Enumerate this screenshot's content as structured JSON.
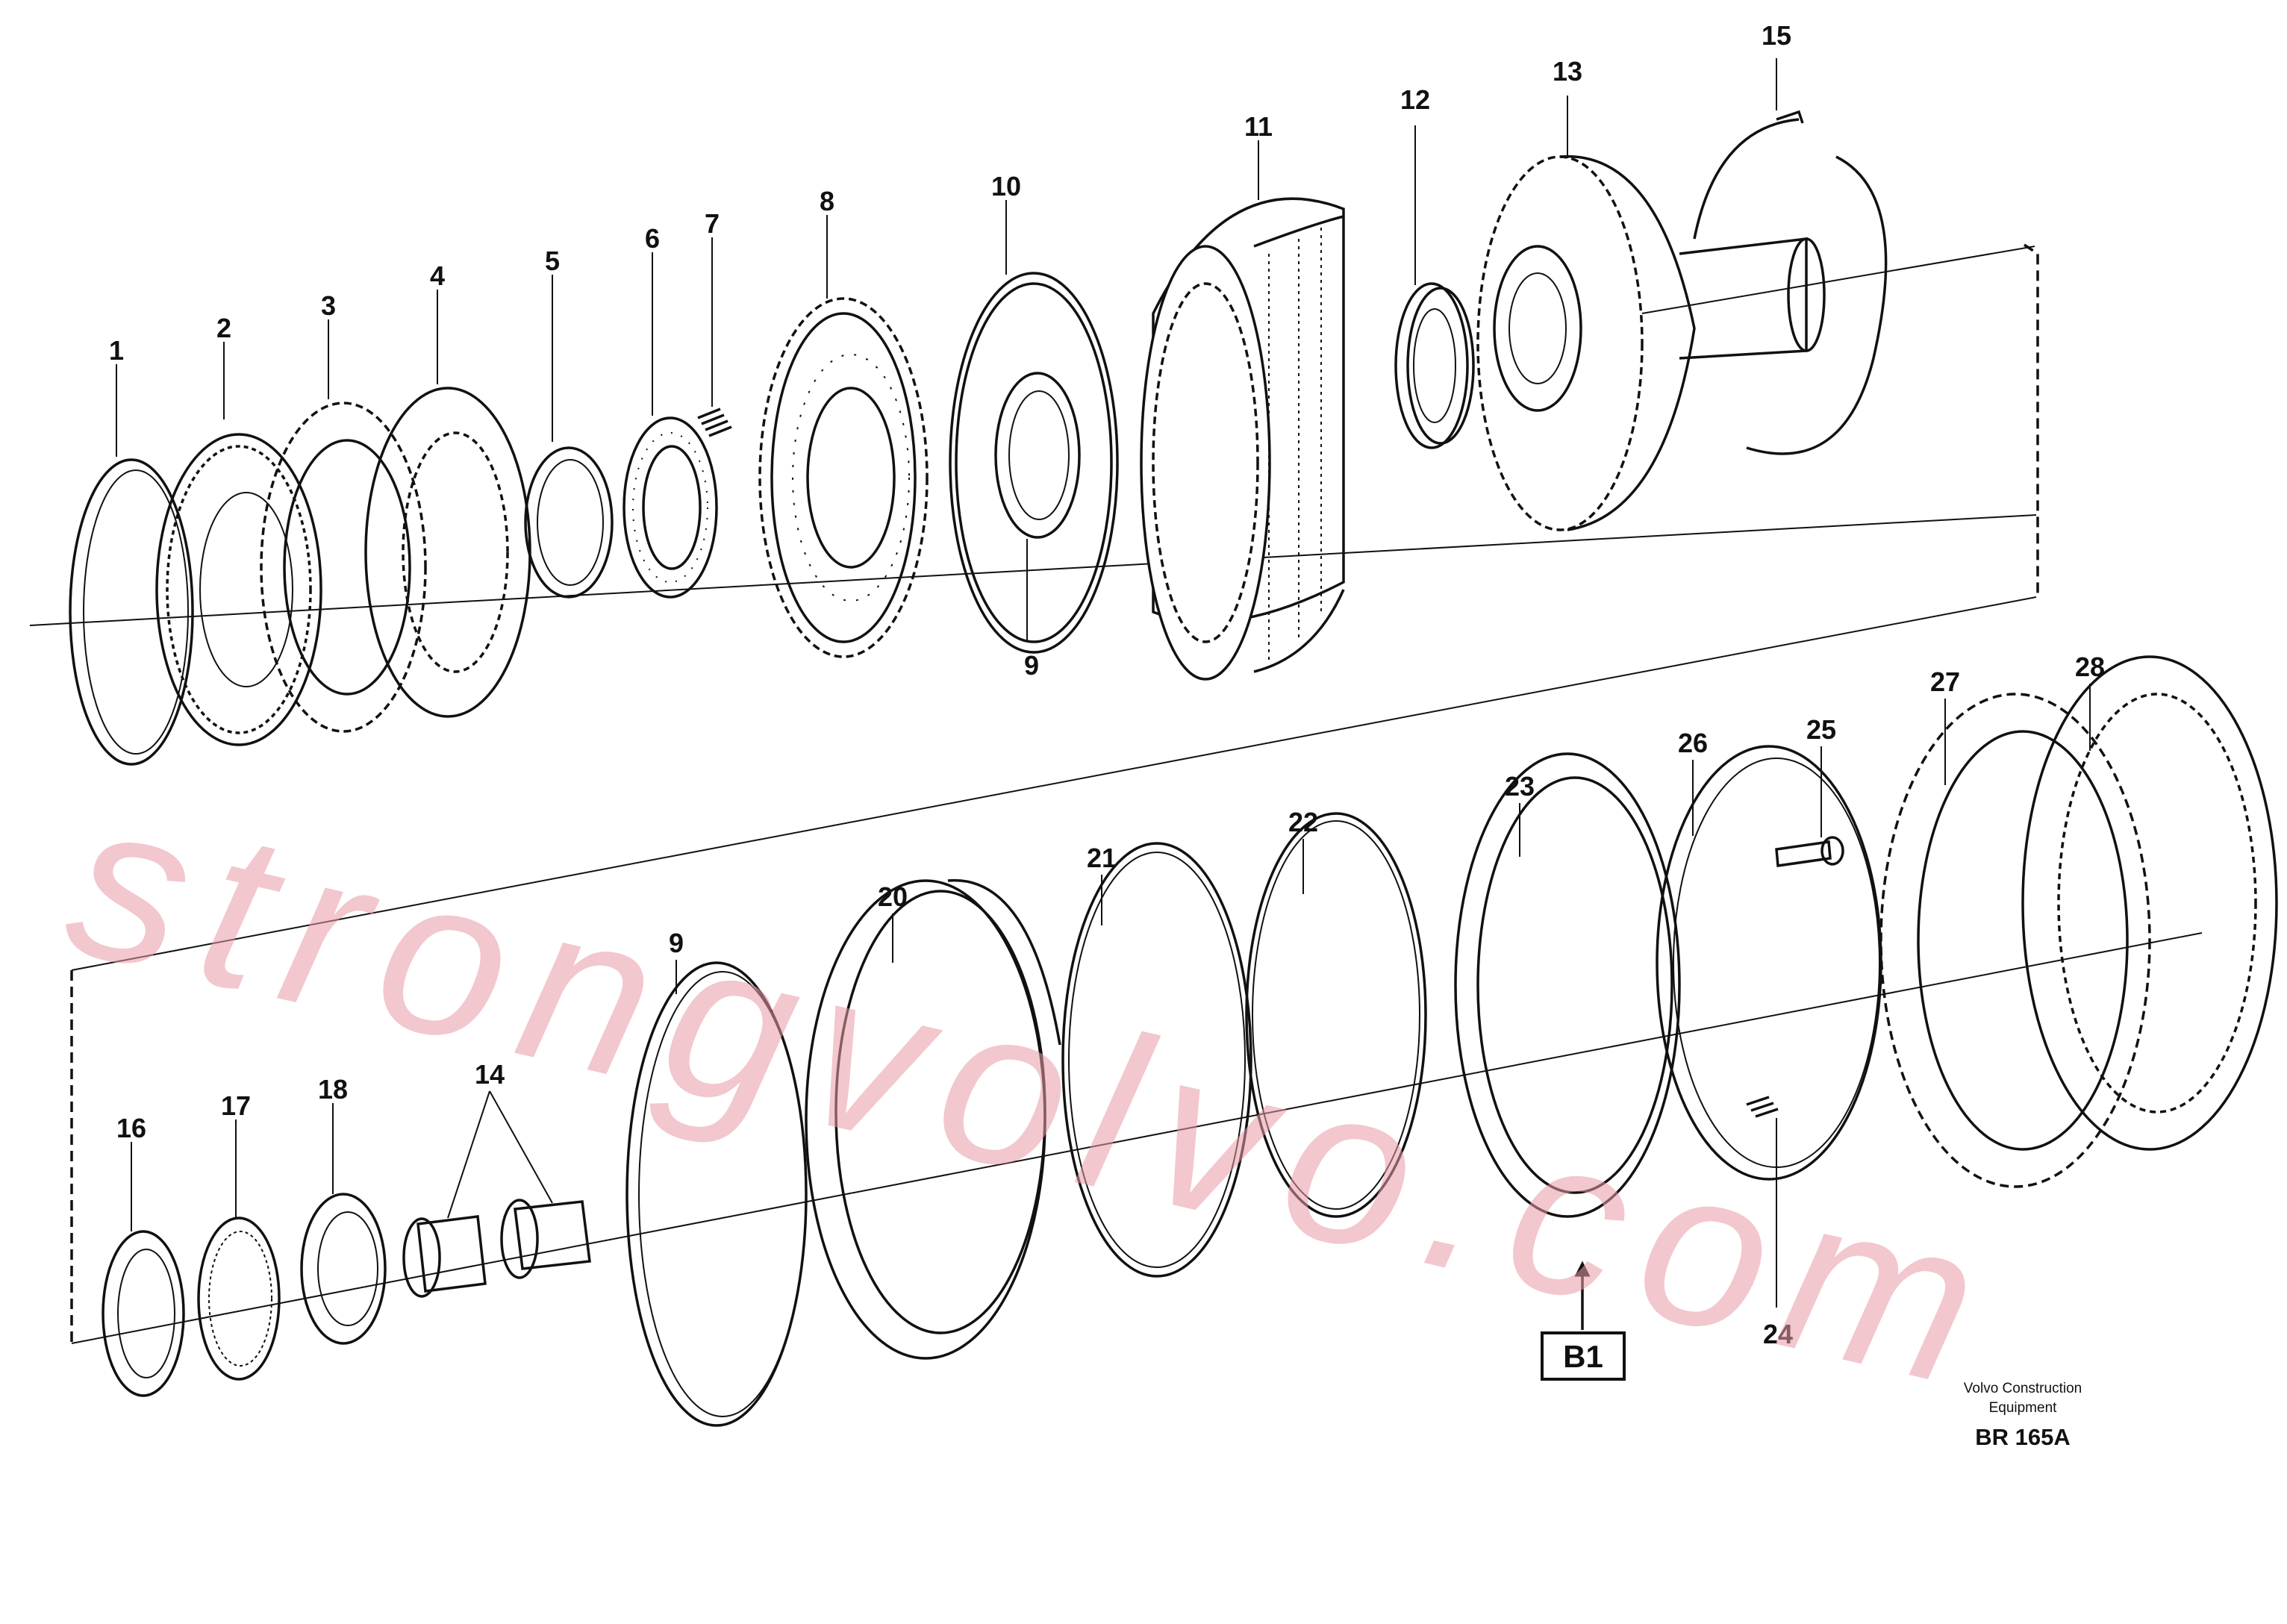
{
  "diagram": {
    "callouts_top": [
      "1",
      "2",
      "3",
      "4",
      "5",
      "6",
      "7",
      "8",
      "10",
      "11",
      "12",
      "13",
      "15",
      "9"
    ],
    "callouts_bottom": [
      "16",
      "17",
      "18",
      "14",
      "9",
      "20",
      "21",
      "22",
      "23",
      "26",
      "25",
      "27",
      "28",
      "24"
    ],
    "reference_box": "B1",
    "caption_line1": "Volvo Construction",
    "caption_line2": "Equipment",
    "caption_code": "BR 165A",
    "watermark": "strongvolvo.com"
  }
}
